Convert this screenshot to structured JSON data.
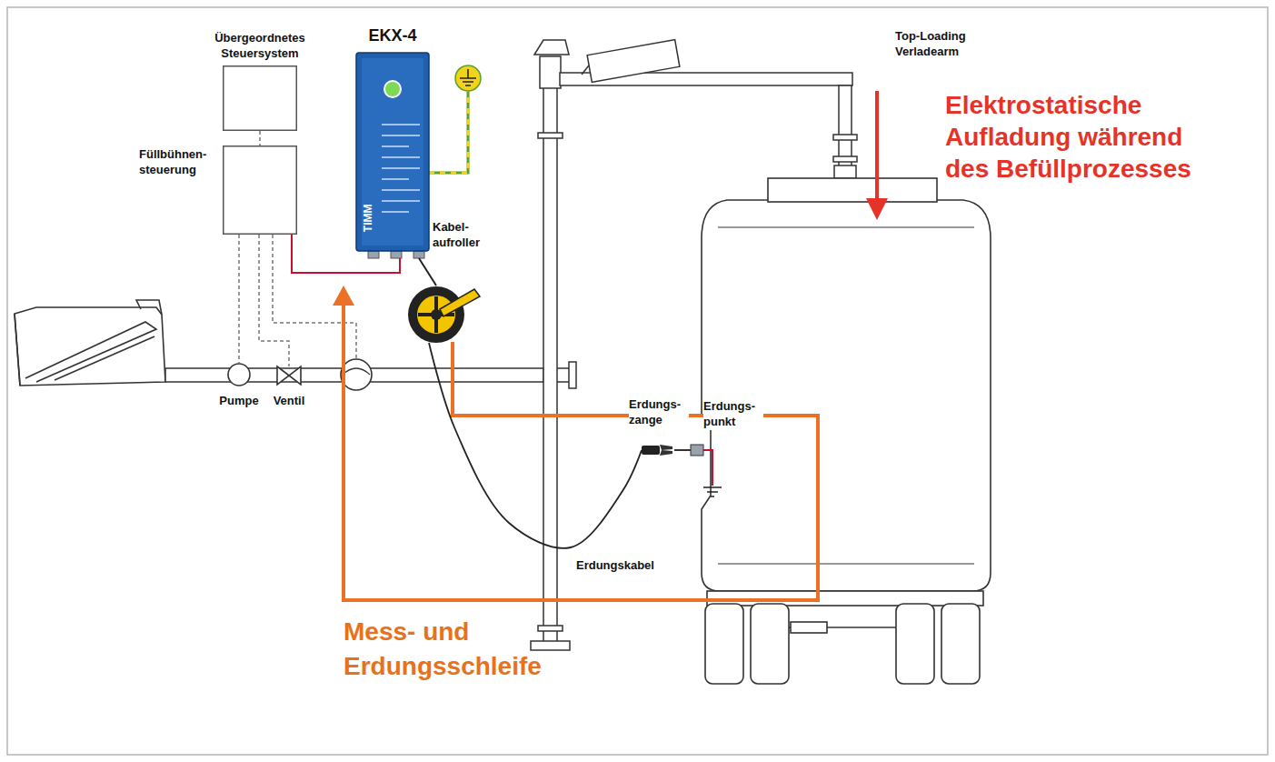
{
  "diagram": {
    "nodes": [
      {
        "text": [
          "Übergeordnetes Steuersystem"
        ]
      },
      {
        "text": [
          "Füllbühnen- steuerung"
        ]
      },
      {
        "text": [
          "EKX-4"
        ]
      },
      {
        "text": [
          "Kabel- aufroller"
        ]
      },
      {
        "text": [
          "Pumpe"
        ]
      },
      {
        "text": [
          "Ventil"
        ]
      },
      {
        "text": [
          "Erdungs- zange"
        ]
      },
      {
        "text": [
          "Erdungs- punkt"
        ]
      }
    ],
    "edges": [
      {
        "from": 0,
        "to": 1,
        "arrow": "none"
      },
      {
        "from": 1,
        "to": 4,
        "arrow": "none"
      },
      {
        "from": 1,
        "to": 5,
        "arrow": "none"
      },
      {
        "from": 1,
        "to": 2,
        "arrow": "none"
      },
      {
        "from": 2,
        "to": 3,
        "arrow": "none"
      },
      {
        "from": 3,
        "to": 6,
        "label": "Erdungskabel",
        "arrow": "none"
      },
      {
        "from": 6,
        "to": 7,
        "arrow": "none"
      }
    ],
    "labels": [
      "Top-Loading Verladearm",
      "Elektrostatische Aufladung während des Befüllprozesses",
      "Mess- und Erdungsschleife",
      "TIMM"
    ]
  }
}
